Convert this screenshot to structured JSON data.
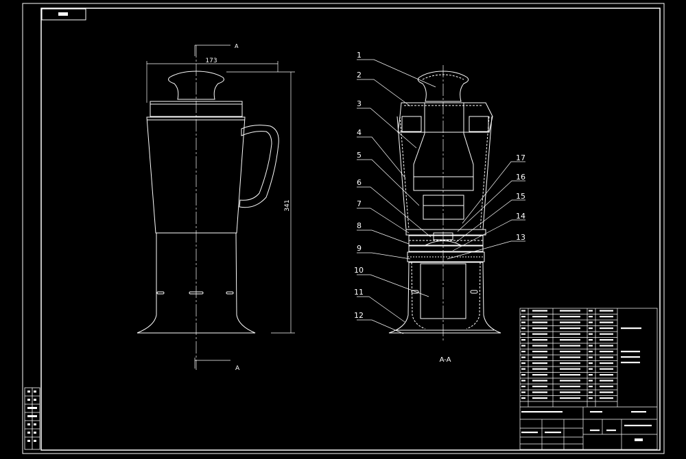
{
  "title_block": {
    "corner_code": "",
    "drawing_code": ""
  },
  "front_view": {
    "width_dim": "173",
    "height_dim": "341",
    "section_mark_top": "A",
    "section_mark_bottom": "A"
  },
  "section_view": {
    "label": "A-A",
    "callouts_left": [
      "1",
      "2",
      "3",
      "4",
      "5",
      "6",
      "7",
      "8",
      "9",
      "10",
      "11",
      "12"
    ],
    "callouts_right": [
      "17",
      "16",
      "15",
      "14",
      "13"
    ]
  },
  "colors": {
    "background": "#000000",
    "line": "#ffffff"
  }
}
